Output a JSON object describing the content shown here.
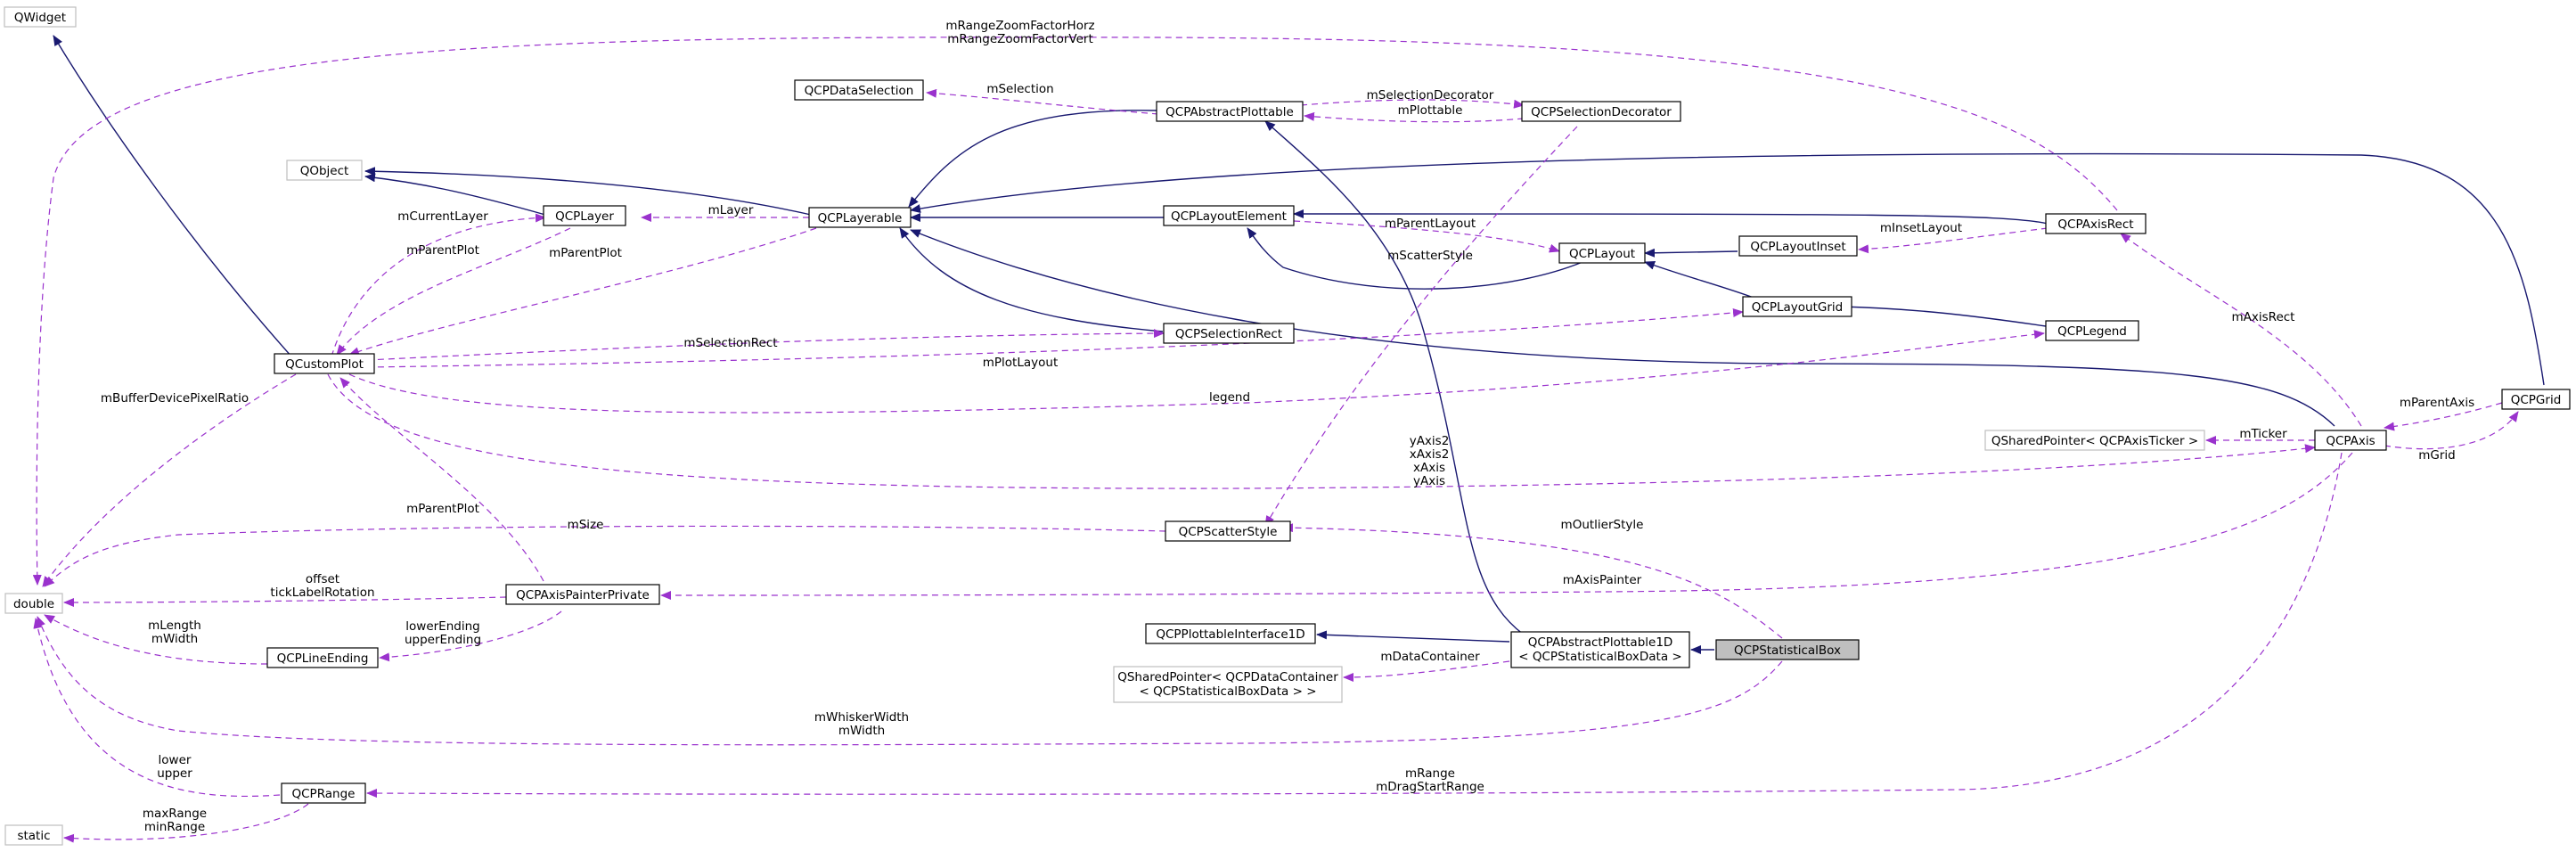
{
  "nodes": {
    "qwidget": "QWidget",
    "qobject": "QObject",
    "double": "double",
    "static": "static",
    "qcpdataselection": "QCPDataSelection",
    "qcpabstractplottable": "QCPAbstractPlottable",
    "qcpselectiondecorator": "QCPSelectionDecorator",
    "qcplayer": "QCPLayer",
    "qcplayerable": "QCPLayerable",
    "qcplayoutelement": "QCPLayoutElement",
    "qcpaxisrect": "QCPAxisRect",
    "qcplayout": "QCPLayout",
    "qcplayoutinset": "QCPLayoutInset",
    "qcplayoutgrid": "QCPLayoutGrid",
    "qcplegend": "QCPLegend",
    "qcpcustomplot": "QCustomPlot",
    "qcpselectionrect": "QCPSelectionRect",
    "qcpgrid": "QCPGrid",
    "qsharedpointer_ticker": "QSharedPointer< QCPAxisTicker >",
    "qcpaxis": "QCPAxis",
    "qcpscatterstyle": "QCPScatterStyle",
    "qcpaxispainterprivate": "QCPAxisPainterPrivate",
    "qcplineending": "QCPLineEnding",
    "qcpplottableinterface1d": "QCPPlottableInterface1D",
    "qcpabstractplottable1d_l1": "QCPAbstractPlottable1D",
    "qcpabstractplottable1d_l2": "< QCPStatisticalBoxData >",
    "qcpstatisticalbox": "QCPStatisticalBox",
    "qsharedpointer_data_l1": "QSharedPointer< QCPDataContainer",
    "qsharedpointer_data_l2": "< QCPStatisticalBoxData > >",
    "qcprange": "QCPRange"
  },
  "edge_labels": {
    "mRangeZoomFactorHorz": "mRangeZoomFactorHorz",
    "mRangeZoomFactorVert": "mRangeZoomFactorVert",
    "mSelection": "mSelection",
    "mSelectionDecorator": "mSelectionDecorator",
    "mPlottable": "mPlottable",
    "mCurrentLayer": "mCurrentLayer",
    "mLayer": "mLayer",
    "mParentPlot_layer": "mParentPlot",
    "mParentPlot_layerable": "mParentPlot",
    "mParentLayout": "mParentLayout",
    "mInsetLayout": "mInsetLayout",
    "mScatterStyle": "mScatterStyle",
    "mSelectionRect": "mSelectionRect",
    "mPlotLayout": "mPlotLayout",
    "legend": "legend",
    "mBufferDevicePixelRatio": "mBufferDevicePixelRatio",
    "mAxisRect": "mAxisRect",
    "mParentAxis": "mParentAxis",
    "mTicker": "mTicker",
    "mGrid": "mGrid",
    "yAxis2": "yAxis2",
    "xAxis2": "xAxis2",
    "xAxis": "xAxis",
    "yAxis": "yAxis",
    "mParentPlot_painter": "mParentPlot",
    "mSize": "mSize",
    "mOutlierStyle": "mOutlierStyle",
    "offset": "offset",
    "tickLabelRotation": "tickLabelRotation",
    "mAxisPainter": "mAxisPainter",
    "mLength": "mLength",
    "mWidth_le": "mWidth",
    "lowerEnding": "lowerEnding",
    "upperEnding": "upperEnding",
    "mDataContainer": "mDataContainer",
    "mWhiskerWidth": "mWhiskerWidth",
    "mWidth_box": "mWidth",
    "lower": "lower",
    "upper": "upper",
    "mRange": "mRange",
    "mDragStartRange": "mDragStartRange",
    "maxRange": "maxRange",
    "minRange": "minRange"
  }
}
